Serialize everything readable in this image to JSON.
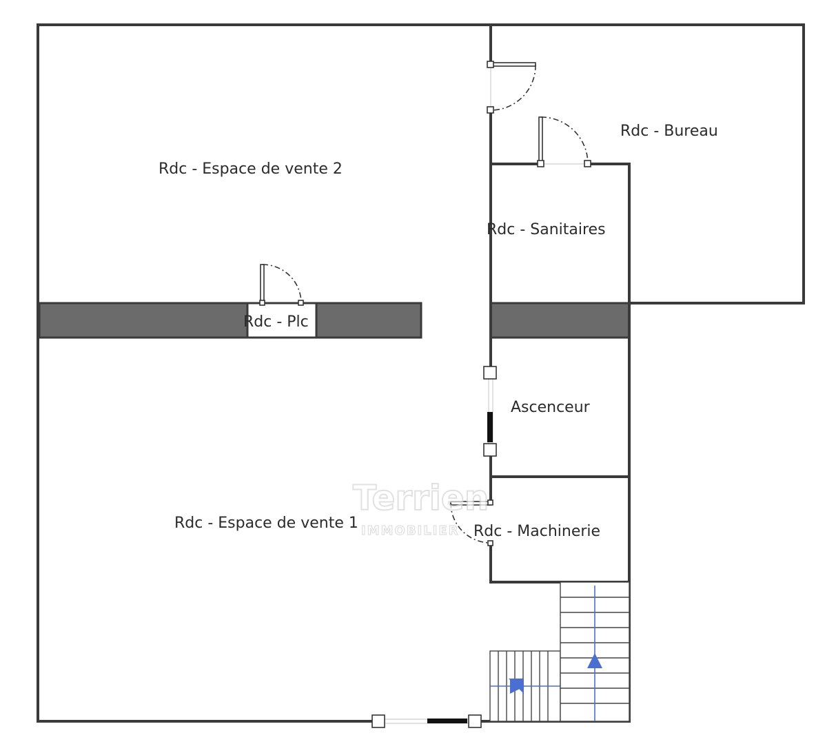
{
  "rooms": {
    "espace_vente_2": "Rdc - Espace de vente 2",
    "bureau": "Rdc - Bureau",
    "sanitaires": "Rdc - Sanitaires",
    "plc": "Rdc - Plc",
    "ascenseur": "Ascenceur",
    "espace_vente_1": "Rdc - Espace de vente 1",
    "machinerie": "Rdc - Machinerie"
  },
  "watermark": {
    "brand": "Terrien",
    "sub": "IMMOBILIER"
  },
  "colors": {
    "wall": "#3a3a3a",
    "band": "#6b6b6b",
    "stair_arrow": "#4a6fd1"
  }
}
